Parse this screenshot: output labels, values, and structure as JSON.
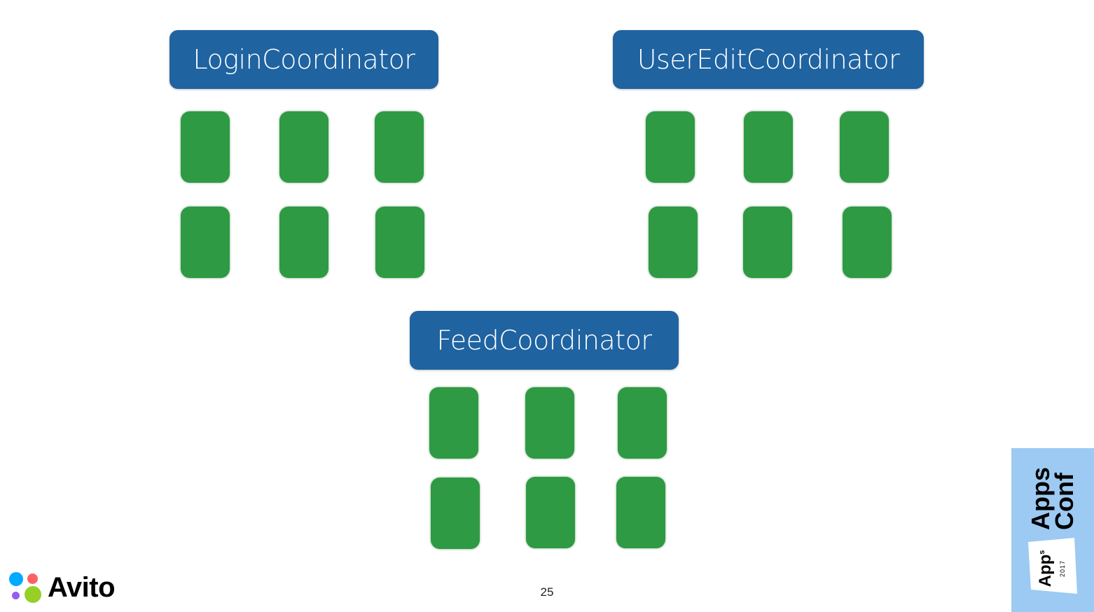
{
  "coordinators": {
    "login": "LoginCoordinator",
    "user_edit": "UserEditCoordinator",
    "feed": "FeedCoordinator"
  },
  "screens_per_coordinator": 6,
  "colors": {
    "coordinator": "#1f63a1",
    "screen": "#2e9a43",
    "conference_panel": "#9ccaf2"
  },
  "footer": {
    "page_number": "25",
    "brand": "Avito"
  },
  "conference": {
    "line1": "Apps",
    "line2": "Conf",
    "badge": "App",
    "badge_sup": "s",
    "year": "2017"
  }
}
